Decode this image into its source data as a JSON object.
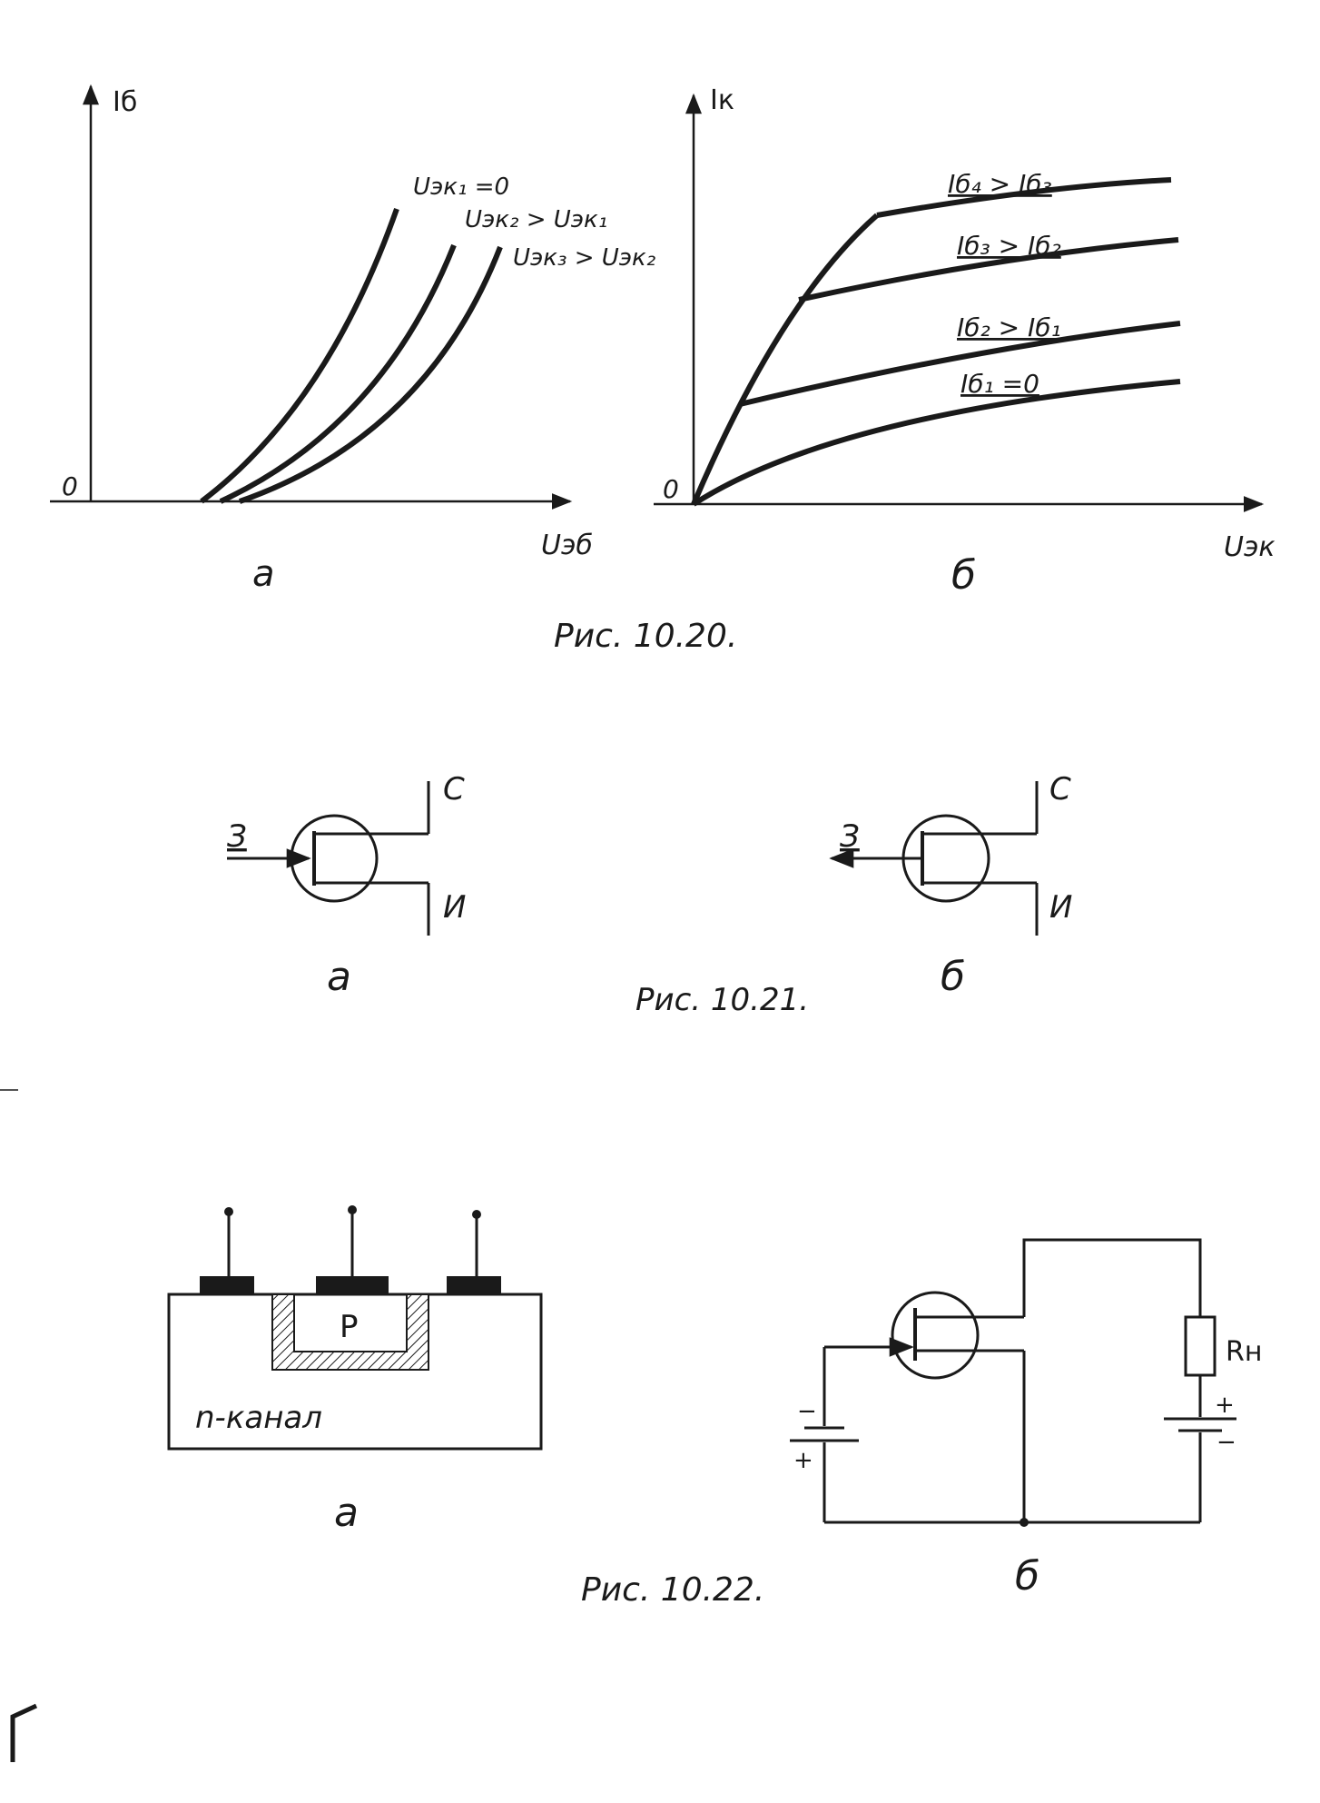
{
  "colors": {
    "ink": "#1a1a1a",
    "paper": "#ffffff"
  },
  "fig_10_20": {
    "caption": "Рис. 10.20.",
    "panel_a": {
      "sub_label": "а",
      "y_axis_label": "Iб",
      "x_axis_label": "Uэб",
      "origin_label": "0",
      "curves": [
        {
          "label": "Uэк₁ =0"
        },
        {
          "label": "Uэк₂ > Uэк₁"
        },
        {
          "label": "Uэк₃ > Uэк₂"
        }
      ]
    },
    "panel_b": {
      "sub_label": "б",
      "y_axis_label": "Iк",
      "x_axis_label": "Uэк",
      "origin_label": "0",
      "curves": [
        {
          "label": "Iб₄ > Iб₃"
        },
        {
          "label": "Iб₃ > Iб₂"
        },
        {
          "label": "Iб₂ > Iб₁"
        },
        {
          "label": "Iб₁ =0"
        }
      ]
    }
  },
  "fig_10_21": {
    "caption": "Рис. 10.21.",
    "symbol_a": {
      "sub_label": "а",
      "gate": "З",
      "drain": "С",
      "source": "И"
    },
    "symbol_b": {
      "sub_label": "б",
      "gate": "З",
      "drain": "С",
      "source": "И"
    }
  },
  "fig_10_22": {
    "caption": "Рис. 10.22.",
    "panel_a": {
      "sub_label": "а",
      "region_p": "P",
      "channel_label": "n-канал"
    },
    "panel_b": {
      "sub_label": "б",
      "resistor": "Rн",
      "plus": "+",
      "minus": "−"
    }
  }
}
